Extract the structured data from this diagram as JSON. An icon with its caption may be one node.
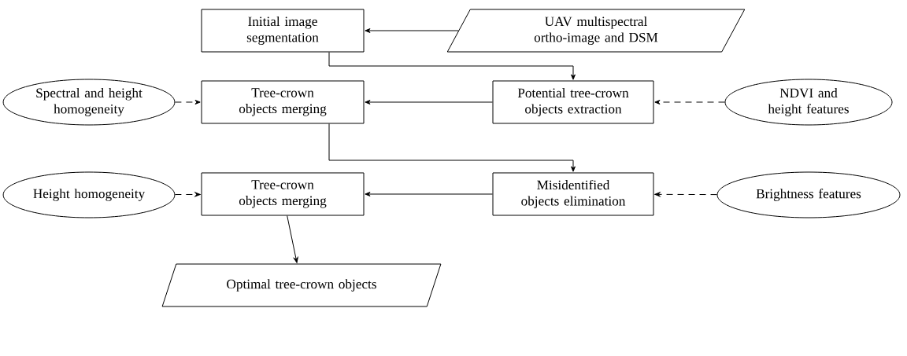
{
  "diagram": {
    "nodes": [
      {
        "text": [
          "Initial image segmentation"
        ]
      },
      {
        "text": [
          "UAV multispectral ortho-image and DSM"
        ]
      },
      {
        "text": [
          "Spectral and height homogeneity"
        ]
      },
      {
        "text": [
          "Tree-crown objects merging"
        ]
      },
      {
        "text": [
          "Potential tree-crown objects extraction"
        ]
      },
      {
        "text": [
          "NDVI and height features"
        ]
      },
      {
        "text": [
          "Height homogeneity"
        ]
      },
      {
        "text": [
          "Tree-crown objects merging"
        ]
      },
      {
        "text": [
          "Misidentified objects elimination"
        ]
      },
      {
        "text": [
          "Brightness features"
        ]
      },
      {
        "text": [
          "Optimal tree-crown objects"
        ]
      }
    ],
    "edges": [
      {
        "from": 1,
        "to": 0,
        "arrow": "to"
      },
      {
        "from": 0,
        "to": 4,
        "arrow": "to"
      },
      {
        "from": 4,
        "to": 3,
        "arrow": "to"
      },
      {
        "from": 2,
        "to": 3,
        "arrow": "to",
        "style": "dashed"
      },
      {
        "from": 5,
        "to": 4,
        "arrow": "to",
        "style": "dashed"
      },
      {
        "from": 3,
        "to": 8,
        "arrow": "to"
      },
      {
        "from": 8,
        "to": 7,
        "arrow": "to"
      },
      {
        "from": 6,
        "to": 7,
        "arrow": "to",
        "style": "dashed"
      },
      {
        "from": 9,
        "to": 8,
        "arrow": "to",
        "style": "dashed"
      },
      {
        "from": 7,
        "to": 10,
        "arrow": "to"
      }
    ]
  }
}
